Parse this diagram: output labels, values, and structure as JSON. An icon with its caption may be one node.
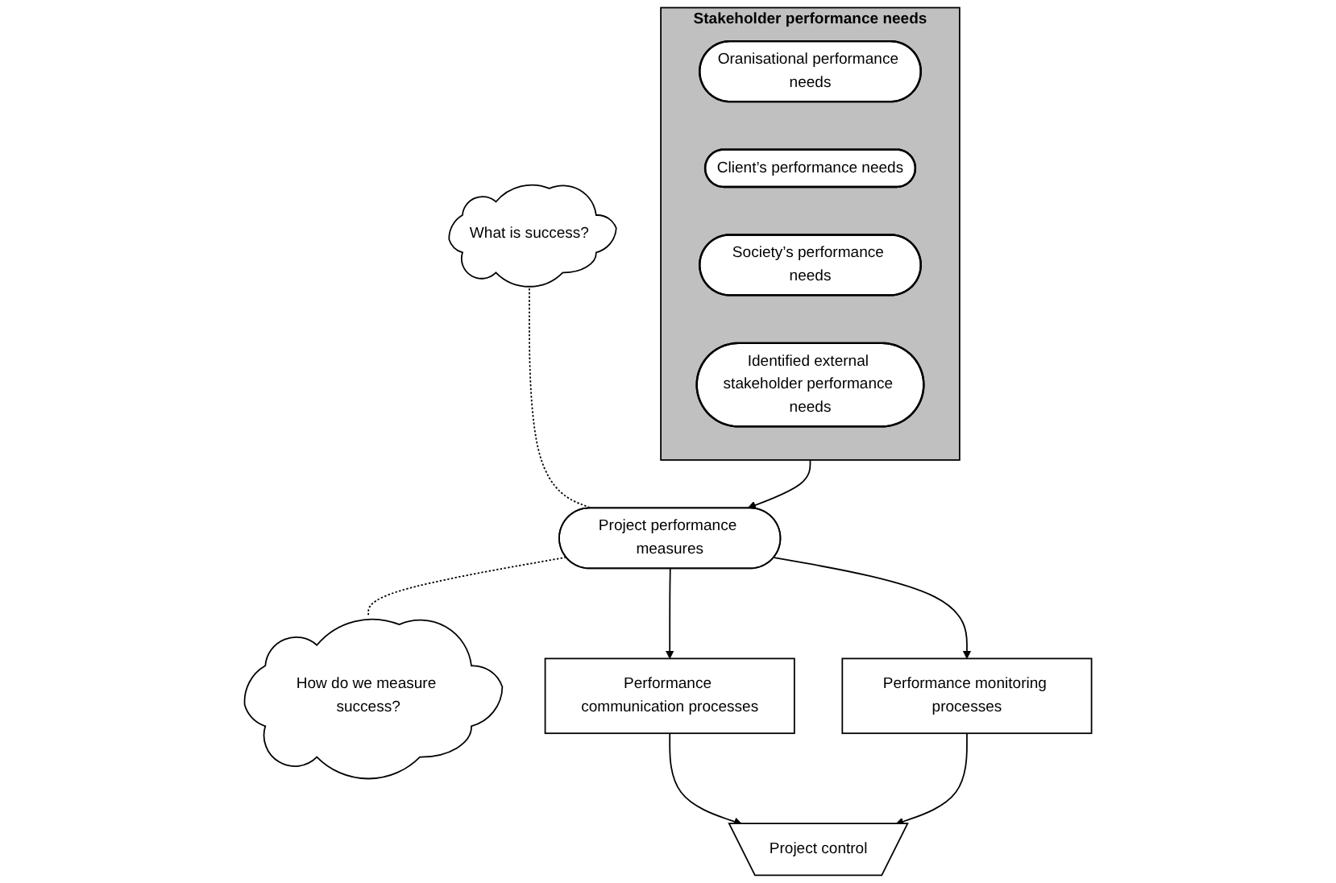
{
  "diagram": {
    "nodes": [
      {
        "text": [
          "Stakeholder performance needs"
        ]
      },
      {
        "text": [
          "Oranisational performance needs"
        ],
        "in": 0
      },
      {
        "text": [
          "Client’s performance needs"
        ],
        "in": 0
      },
      {
        "text": [
          "Society’s performance needs"
        ],
        "in": 0
      },
      {
        "text": [
          "Identified external stakeholder performance needs"
        ],
        "in": 0
      },
      {
        "text": [
          "Project performance measures"
        ]
      },
      {
        "text": [
          "What is success?"
        ]
      },
      {
        "text": [
          "How do we measure success?"
        ]
      },
      {
        "text": [
          "Performance communication processes"
        ]
      },
      {
        "text": [
          "Performance monitoring processes"
        ]
      },
      {
        "text": [
          "Project control"
        ]
      }
    ],
    "edges": [
      {
        "from": 0,
        "to": 5,
        "arrow": "to"
      },
      {
        "from": 6,
        "to": 5,
        "arrow": "none",
        "style": "dashed"
      },
      {
        "from": 5,
        "to": 7,
        "arrow": "none",
        "style": "dashed"
      },
      {
        "from": 5,
        "to": 8,
        "arrow": "to"
      },
      {
        "from": 5,
        "to": 9,
        "arrow": "to"
      },
      {
        "from": 8,
        "to": 10,
        "arrow": "to"
      },
      {
        "from": 9,
        "to": 10,
        "arrow": "to"
      }
    ]
  }
}
